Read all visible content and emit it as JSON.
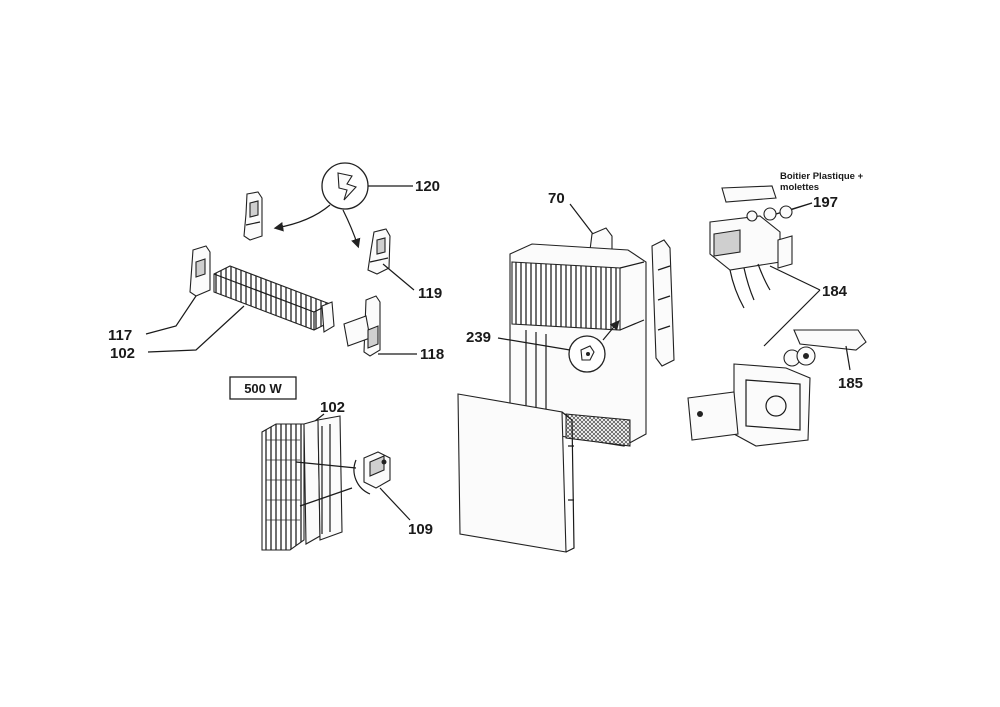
{
  "labels": {
    "p120": "120",
    "p119": "119",
    "p117": "117",
    "p102_top": "102",
    "p118": "118",
    "p500w": "500 W",
    "p102_bottom": "102",
    "p109": "109",
    "p70": "70",
    "p239": "239",
    "note_line1": "Boitier Plastique +",
    "note_line2": "molettes",
    "p197": "197",
    "p184": "184",
    "p185": "185"
  }
}
